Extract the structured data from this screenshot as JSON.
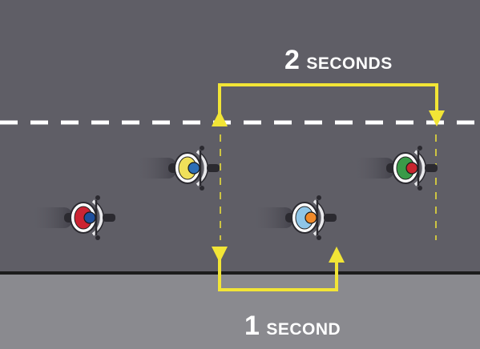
{
  "labels": {
    "two_seconds": {
      "number": "2",
      "word": "SECONDS"
    },
    "one_second": {
      "number": "1",
      "word": "SECOND"
    }
  },
  "colors": {
    "road": "#5f5e66",
    "shoulder": "#8a8a8f",
    "curb": "#1c1c1c",
    "lane_dash": "#ffffff",
    "bracket": "#f2e536",
    "label_text": "#ffffff"
  },
  "motorcycles": [
    {
      "name": "red-rider",
      "shirt": "#cc2433",
      "helmet": "#1f4f9c"
    },
    {
      "name": "yellow-rider",
      "shirt": "#f0e05a",
      "helmet": "#2e6fb5"
    },
    {
      "name": "blue-rider",
      "shirt": "#8fc6e8",
      "helmet": "#f08a2a"
    },
    {
      "name": "green-rider",
      "shirt": "#3a9a48",
      "helmet": "#c8262e"
    }
  ]
}
